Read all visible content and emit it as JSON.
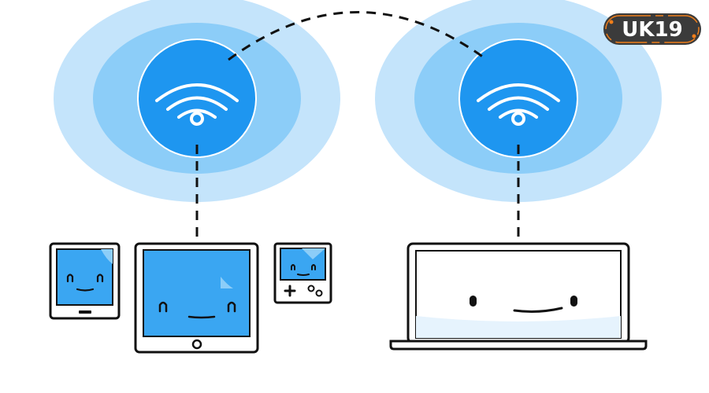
{
  "logo": {
    "text": "UK19"
  },
  "colors": {
    "wifi_blue": "#1e96f0",
    "ring_inner": "#8ccdf8",
    "ring_outer": "#c4e4fb",
    "screen_blue": "#3aa6f2",
    "screen_light": "#e6f3fd",
    "outline": "#111111",
    "logo_bg": "#3b3b3b",
    "logo_accent": "#f07e1a"
  },
  "diagram": {
    "hotspots": [
      {
        "name": "wifi-hotspot-left",
        "icon": "wifi-icon"
      },
      {
        "name": "wifi-hotspot-right",
        "icon": "wifi-icon"
      }
    ],
    "devices": [
      {
        "name": "phone",
        "icon": "smartphone-icon"
      },
      {
        "name": "tablet",
        "icon": "tablet-icon"
      },
      {
        "name": "handheld-console",
        "icon": "gamepad-icon"
      },
      {
        "name": "laptop",
        "icon": "laptop-icon"
      }
    ]
  }
}
